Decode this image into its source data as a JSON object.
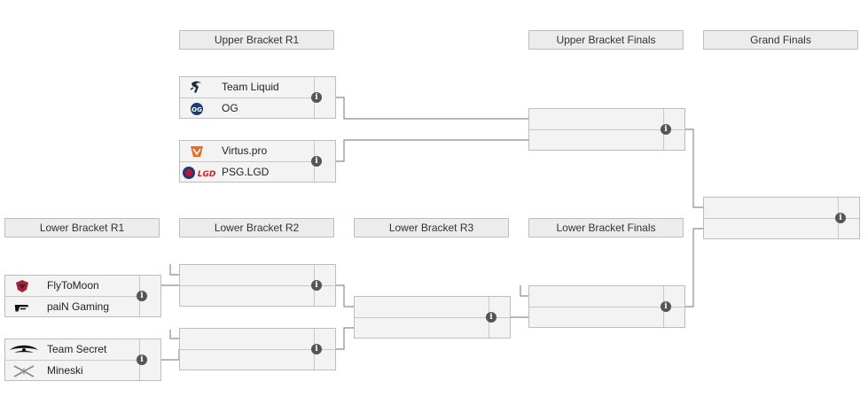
{
  "headers": {
    "ub_r1": "Upper Bracket R1",
    "ub_finals": "Upper Bracket Finals",
    "grand_finals": "Grand Finals",
    "lb_r1": "Lower Bracket R1",
    "lb_r2": "Lower Bracket R2",
    "lb_r3": "Lower Bracket R3",
    "lb_finals": "Lower Bracket Finals"
  },
  "matches": {
    "ub_r1_m1": {
      "team1": "Team Liquid",
      "team2": "OG",
      "logo1": "team-liquid-logo",
      "logo2": "og-logo"
    },
    "ub_r1_m2": {
      "team1": "Virtus.pro",
      "team2": "PSG.LGD",
      "logo1": "virtus-pro-logo",
      "logo2": "psg-lgd-logo"
    },
    "lb_r1_m1": {
      "team1": "FlyToMoon",
      "team2": "paiN Gaming",
      "logo1": "flytomoon-logo",
      "logo2": "pain-gaming-logo"
    },
    "lb_r1_m2": {
      "team1": "Team Secret",
      "team2": "Mineski",
      "logo1": "team-secret-logo",
      "logo2": "mineski-logo"
    }
  },
  "info_glyph": "i",
  "colors": {
    "header_bg": "#ececec",
    "match_bg": "#f3f3f3",
    "border": "#bdbdbd",
    "connector": "#8c8c8c",
    "info": "#555555"
  }
}
